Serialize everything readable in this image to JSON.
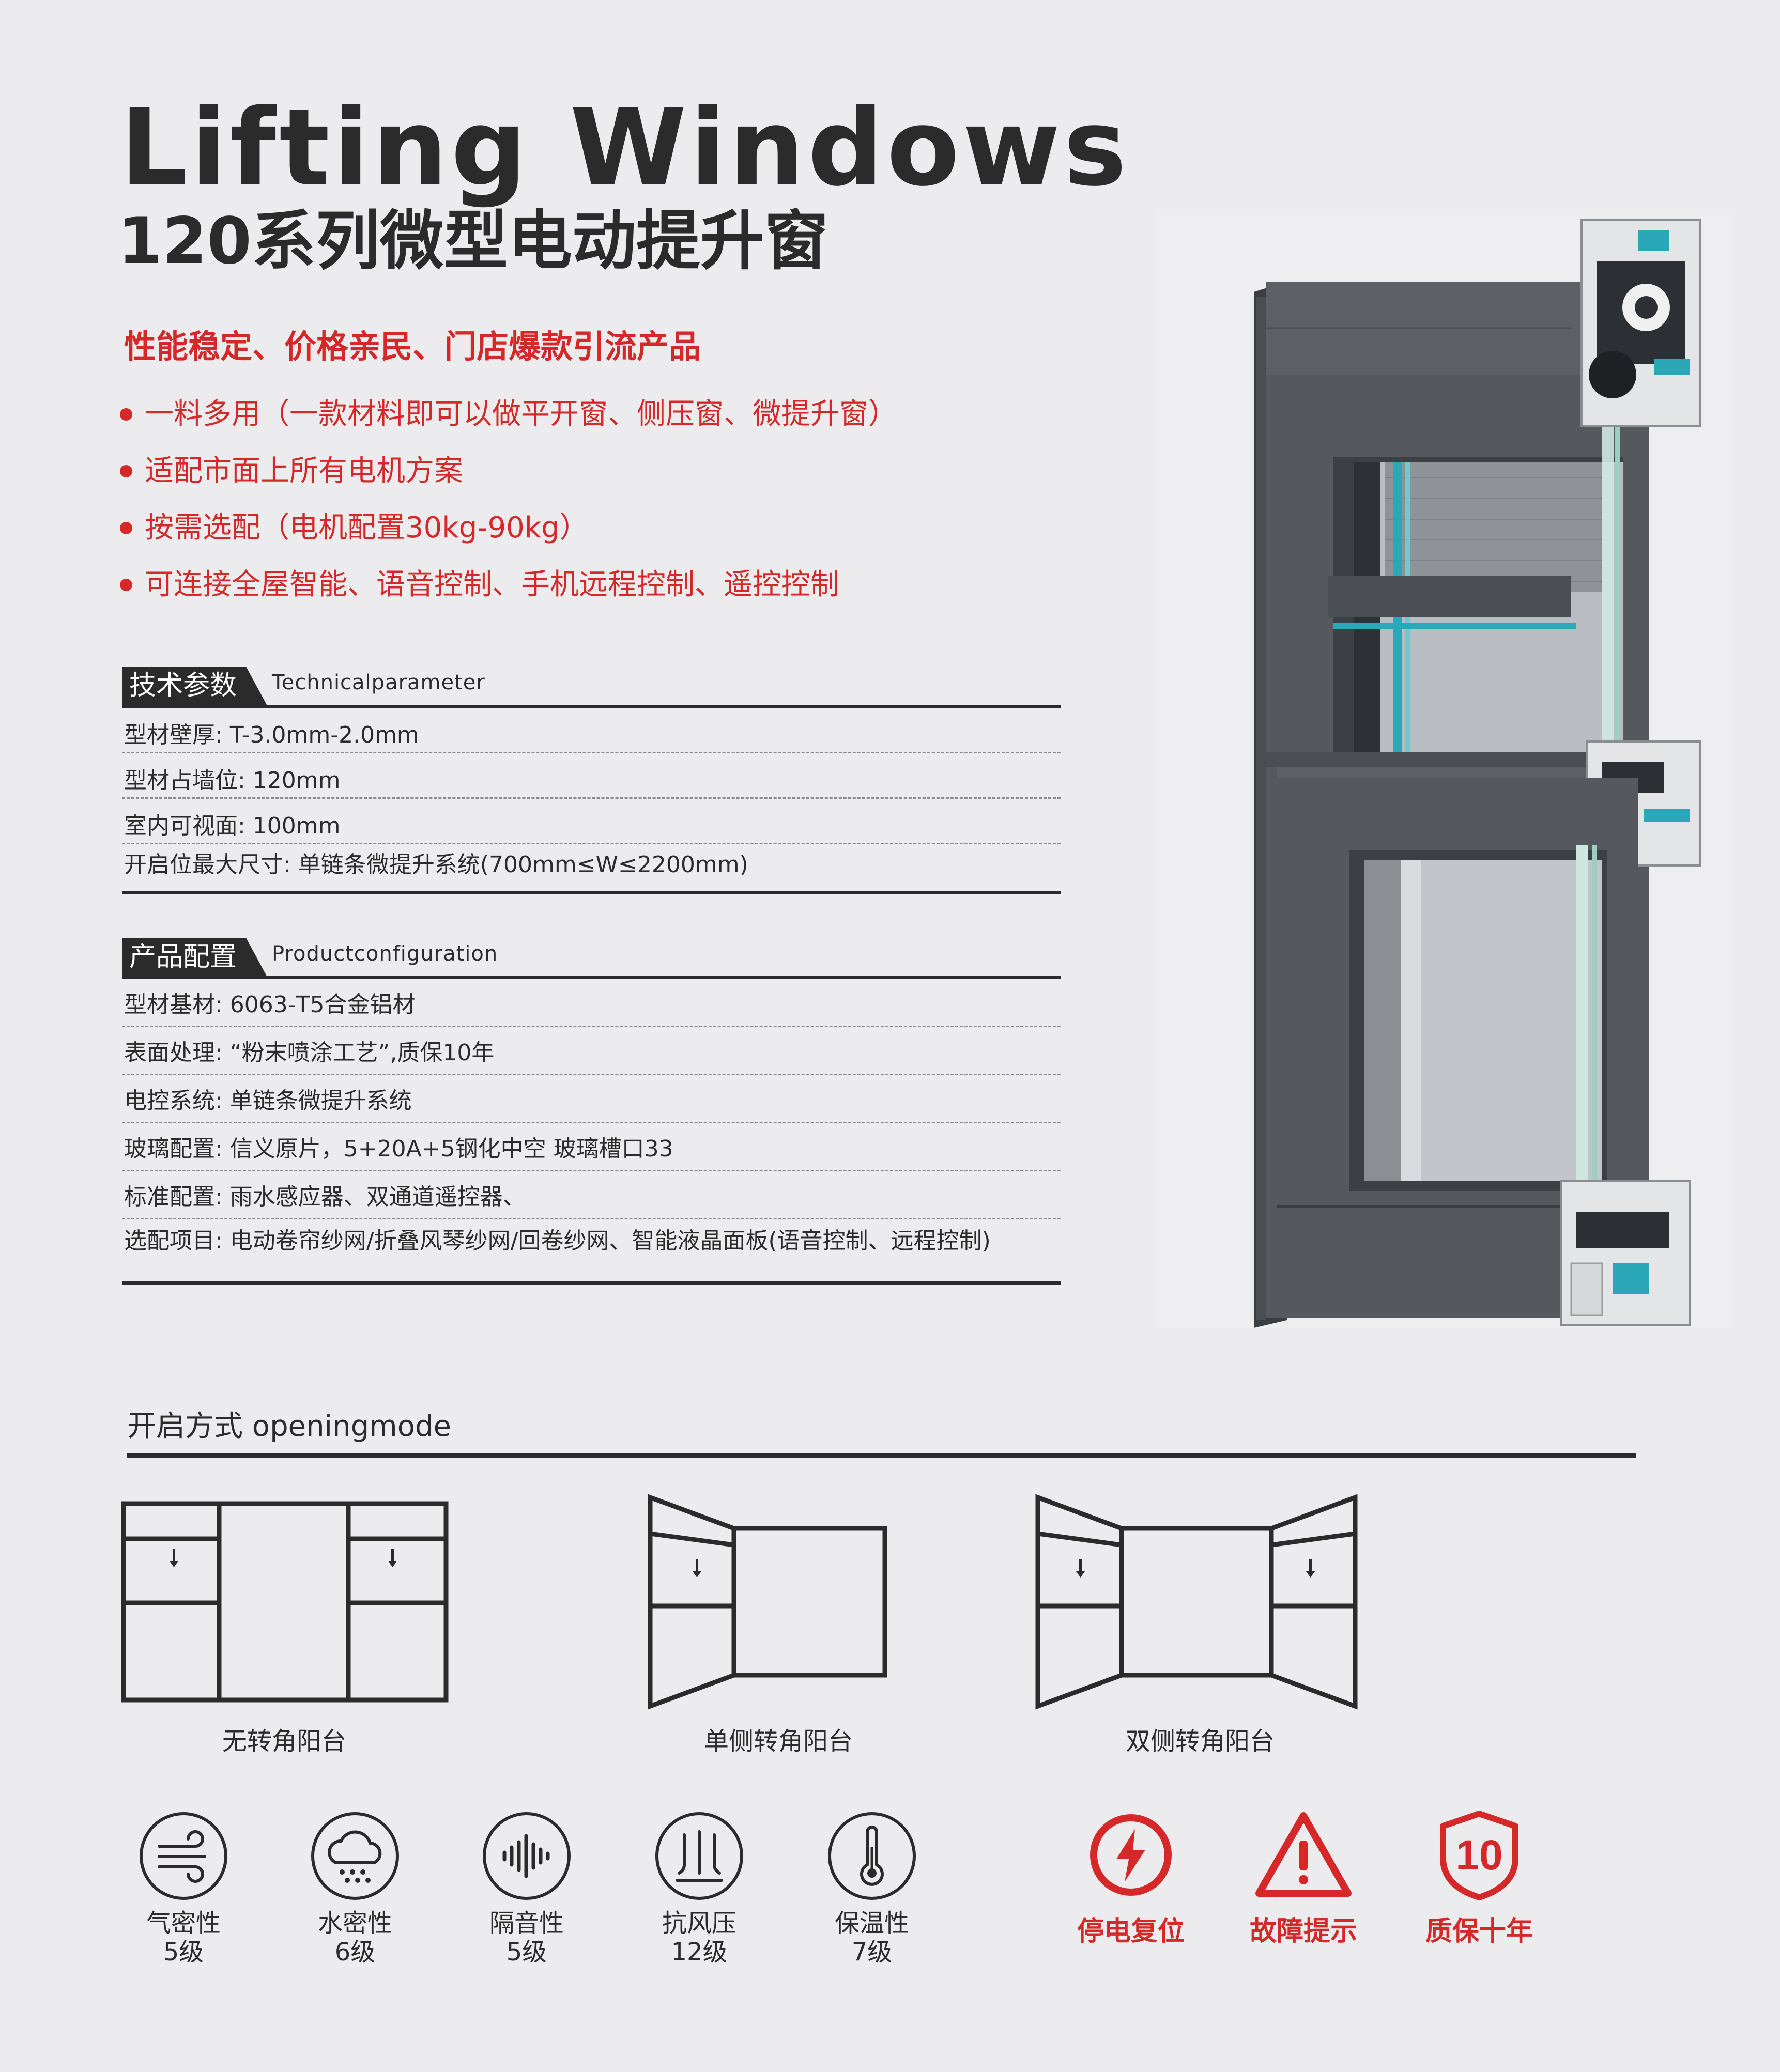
{
  "header": {
    "title_en": "Lifting Windows",
    "title_cn": "120系列微型电动提升窗"
  },
  "tagline": "性能稳定、价格亲民、门店爆款引流产品",
  "features": [
    "一料多用（一款材料即可以做平开窗、侧压窗、微提升窗）",
    "适配市面上所有电机方案",
    "按需选配（电机配置30kg-90kg）",
    "可连接全屋智能、语音控制、手机远程控制、遥控控制"
  ],
  "tech": {
    "title_cn": "技术参数",
    "title_en": "Technicalparameter",
    "rows": [
      "型材壁厚: T-3.0mm-2.0mm",
      "型材占墙位: 120mm",
      "室内可视面: 100mm",
      "开启位最大尺寸: 单链条微提升系统(700mm≤W≤2200mm)"
    ]
  },
  "product": {
    "title_cn": "产品配置",
    "title_en": "Productconfiguration",
    "rows": [
      "型材基材: 6063-T5合金铝材",
      "表面处理: “粉末喷涂工艺”,质保10年",
      "电控系统: 单链条微提升系统",
      "玻璃配置: 信义原片，5+20A+5钢化中空  玻璃槽口33",
      "标准配置: 雨水感应器、双通道遥控器、",
      "选配项目: 电动卷帘纱网/折叠风琴纱网/回卷纱网、智能液晶面板(语音控制、远程控制)"
    ]
  },
  "opening": {
    "heading": "开启方式 openingmode",
    "modes": [
      {
        "label": "无转角阳台"
      },
      {
        "label": "单侧转角阳台"
      },
      {
        "label": "双侧转角阳台"
      }
    ]
  },
  "performance": [
    {
      "icon": "air-tight-icon",
      "name": "气密性",
      "grade": "5级"
    },
    {
      "icon": "water-tight-icon",
      "name": "水密性",
      "grade": "6级"
    },
    {
      "icon": "sound-insulation-icon",
      "name": "隔音性",
      "grade": "5级"
    },
    {
      "icon": "wind-pressure-icon",
      "name": "抗风压",
      "grade": "12级"
    },
    {
      "icon": "thermal-insulation-icon",
      "name": "保温性",
      "grade": "7级"
    }
  ],
  "smart_features": [
    {
      "icon": "power-reset-icon",
      "label": "停电复位"
    },
    {
      "icon": "fault-warning-icon",
      "label": "故障提示"
    },
    {
      "icon": "ten-year-warranty-icon",
      "label": "质保十年",
      "badge_text": "10"
    }
  ],
  "colors": {
    "accent": "#d62828",
    "text": "#2b2b2b",
    "background": "#ececee",
    "frame_gray": "#55585c",
    "gasket_teal": "#2aa8b8"
  }
}
